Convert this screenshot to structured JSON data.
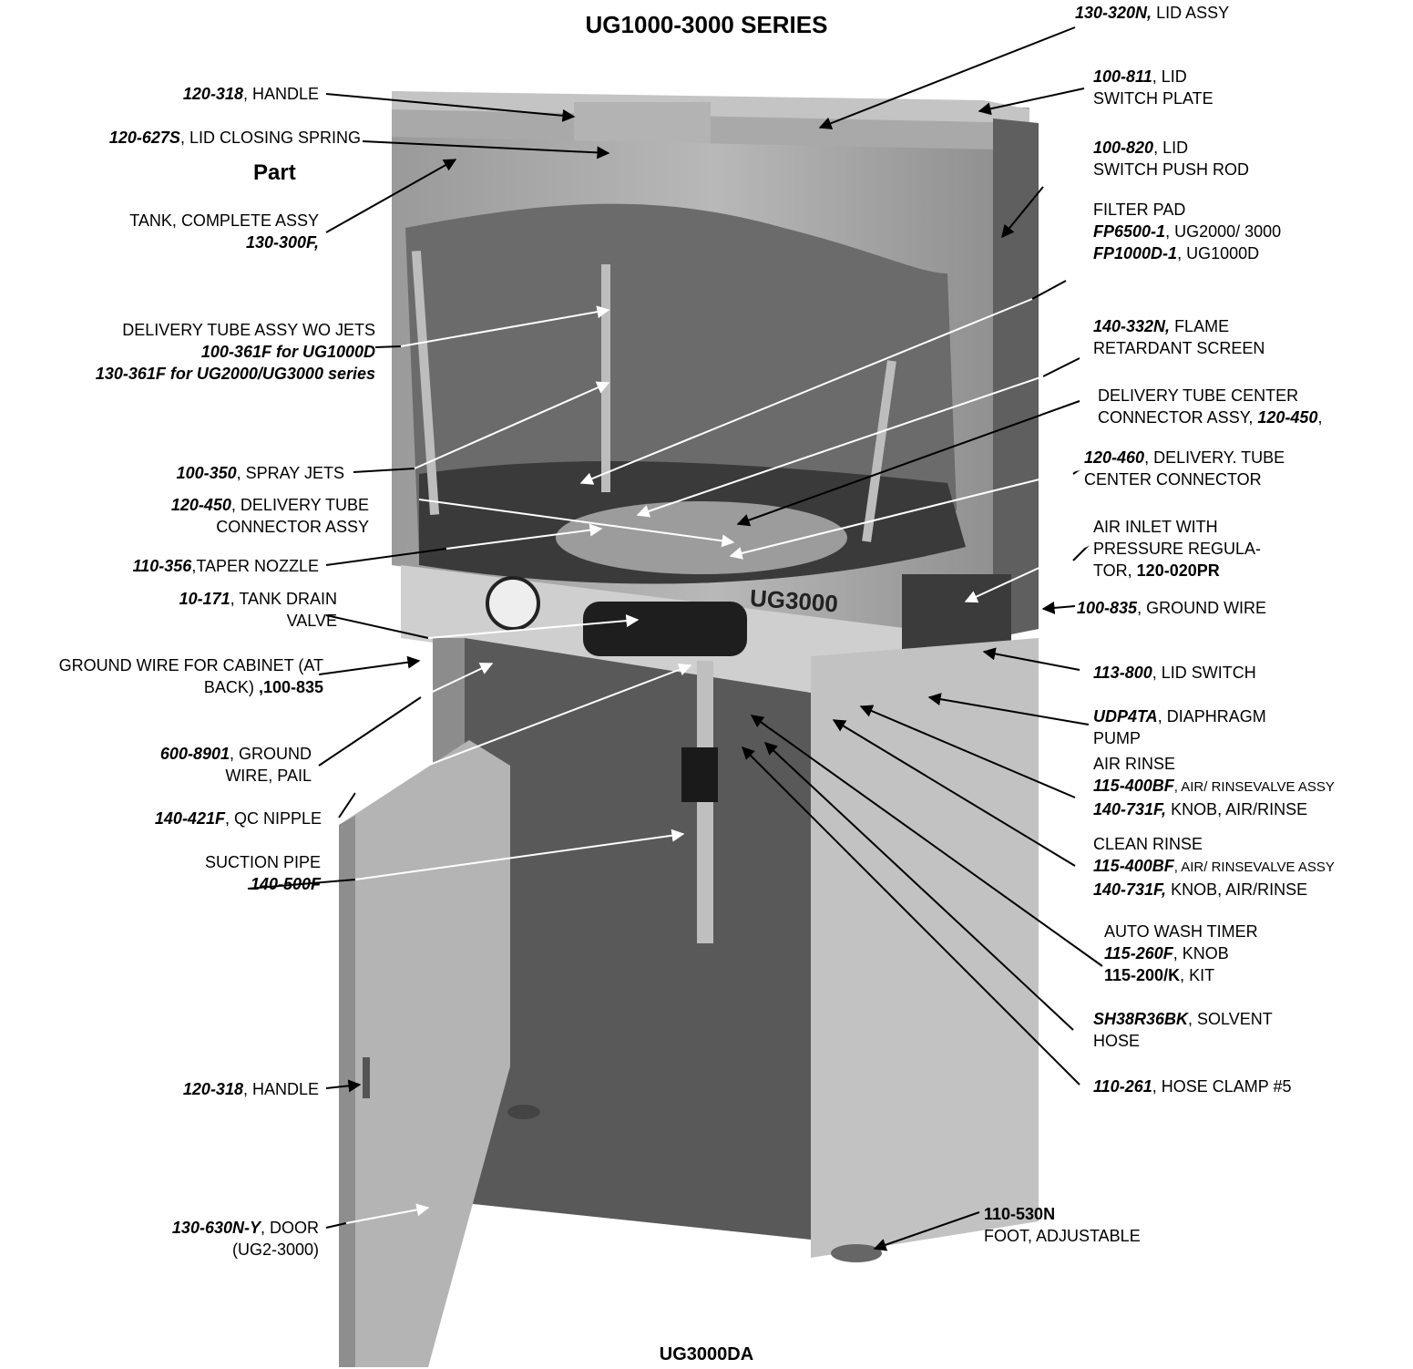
{
  "header": {
    "title": "UG1000-3000 SERIES"
  },
  "caption": "UG3000DA",
  "part_heading": "Part",
  "machine_badge": "UG3000",
  "left_labels": {
    "handle_top": {
      "code": "120-318",
      "text": ", HANDLE"
    },
    "spring": {
      "code": "120-627S",
      "text": ", LID CLOSING SPRING"
    },
    "tank_l1": "TANK, COMPLETE  ASSY",
    "tank_code": "130-300F,",
    "delivery_l1": "DELIVERY TUBE ASSY  WO JETS",
    "delivery_l2": "100-361F for UG1000D",
    "delivery_l3": "130-361F  for UG2000/UG3000 series",
    "spray": {
      "code": "100-350",
      "text": ", SPRAY JETS"
    },
    "connector": {
      "code": "120-450",
      "text": ", DELIVERY TUBE",
      "l2": "CONNECTOR ASSY"
    },
    "taper": {
      "code": "110-356",
      "text": ",TAPER NOZZLE"
    },
    "drain": {
      "code": "10-171",
      "text": ",  TANK  DRAIN",
      "l2": "VALVE"
    },
    "ground_cab_l1": "GROUND WIRE FOR CABINET (AT",
    "ground_cab_l2": "BACK)",
    "ground_cab_code": " ,100-835",
    "pail": {
      "code": "600-8901",
      "text": ", GROUND",
      "l2": "WIRE, PAIL"
    },
    "qc": {
      "code": "140-421F",
      "text": ", QC NIPPLE"
    },
    "suction_l1": "SUCTION PIPE",
    "suction_code": "140-500F",
    "handle_bottom": {
      "code": "120-318",
      "text": ", HANDLE"
    },
    "door": {
      "code": "130-630N-Y",
      "text": ", DOOR",
      "l2": "(UG2-3000)"
    }
  },
  "right_labels": {
    "lid_assy": {
      "code": "130-320N,",
      "text": "  LID ASSY"
    },
    "lid_plate": {
      "code": "100-811",
      "text": ", LID",
      "l2": "SWITCH PLATE"
    },
    "push_rod": {
      "code": "100-820",
      "text": ", LID",
      "l2": "SWITCH PUSH ROD"
    },
    "filter_l1": "FILTER PAD",
    "filter_a": {
      "code": "FP6500-1",
      "text": ", UG2000/ 3000"
    },
    "filter_b": {
      "code": "FP1000D-1",
      "text": ", UG1000D"
    },
    "flame": {
      "code": "140-332N,",
      "text": " FLAME",
      "l2": "RETARDANT SCREEN"
    },
    "center_assy_l1": "DELIVERY TUBE CENTER",
    "center_assy_l2": "CONNECTOR ASSY, ",
    "center_assy_code": "120-450",
    "center_assy_tail": ",",
    "center_conn": {
      "code": "120-460",
      "text": ", DELIVERY. TUBE",
      "l2": "CENTER CONNECTOR"
    },
    "air_inlet_l1": "AIR INLET WITH",
    "air_inlet_l2": "PRESSURE REGULA-",
    "air_inlet_l3": "TOR, ",
    "air_inlet_code": "120-020PR",
    "ground_wire": {
      "code": "100-835",
      "text": ", GROUND WIRE"
    },
    "lid_switch": {
      "code": "113-800",
      "text": ", LID SWITCH"
    },
    "pump": {
      "code": "UDP4TA",
      "text": ", DIAPHRAGM",
      "l2": "PUMP"
    },
    "air_rinse_l1": "AIR RINSE",
    "air_rinse_a": {
      "code": "115-400BF",
      "text": ", AIR/ RINSEVALVE ASSY"
    },
    "air_rinse_b": {
      "code": "140-731F,",
      "text": " KNOB, AIR/RINSE"
    },
    "clean_rinse_l1": "CLEAN RINSE",
    "clean_rinse_a": {
      "code": "115-400BF",
      "text": ", AIR/ RINSEVALVE ASSY"
    },
    "clean_rinse_b": {
      "code": "140-731F,",
      "text": " KNOB, AIR/RINSE"
    },
    "timer_l1": "AUTO WASH TIMER",
    "timer_a": {
      "code": "115-260F",
      "text": ", KNOB"
    },
    "timer_b": "115-200/K",
    "timer_b_text": ", KIT",
    "hose": {
      "code": "SH38R36BK",
      "text": ", SOLVENT",
      "l2": "HOSE"
    },
    "clamp": {
      "code": "110-261",
      "text": ", HOSE CLAMP #5"
    },
    "foot_code": "110-530N",
    "foot_text": "FOOT, ADJUSTABLE"
  }
}
